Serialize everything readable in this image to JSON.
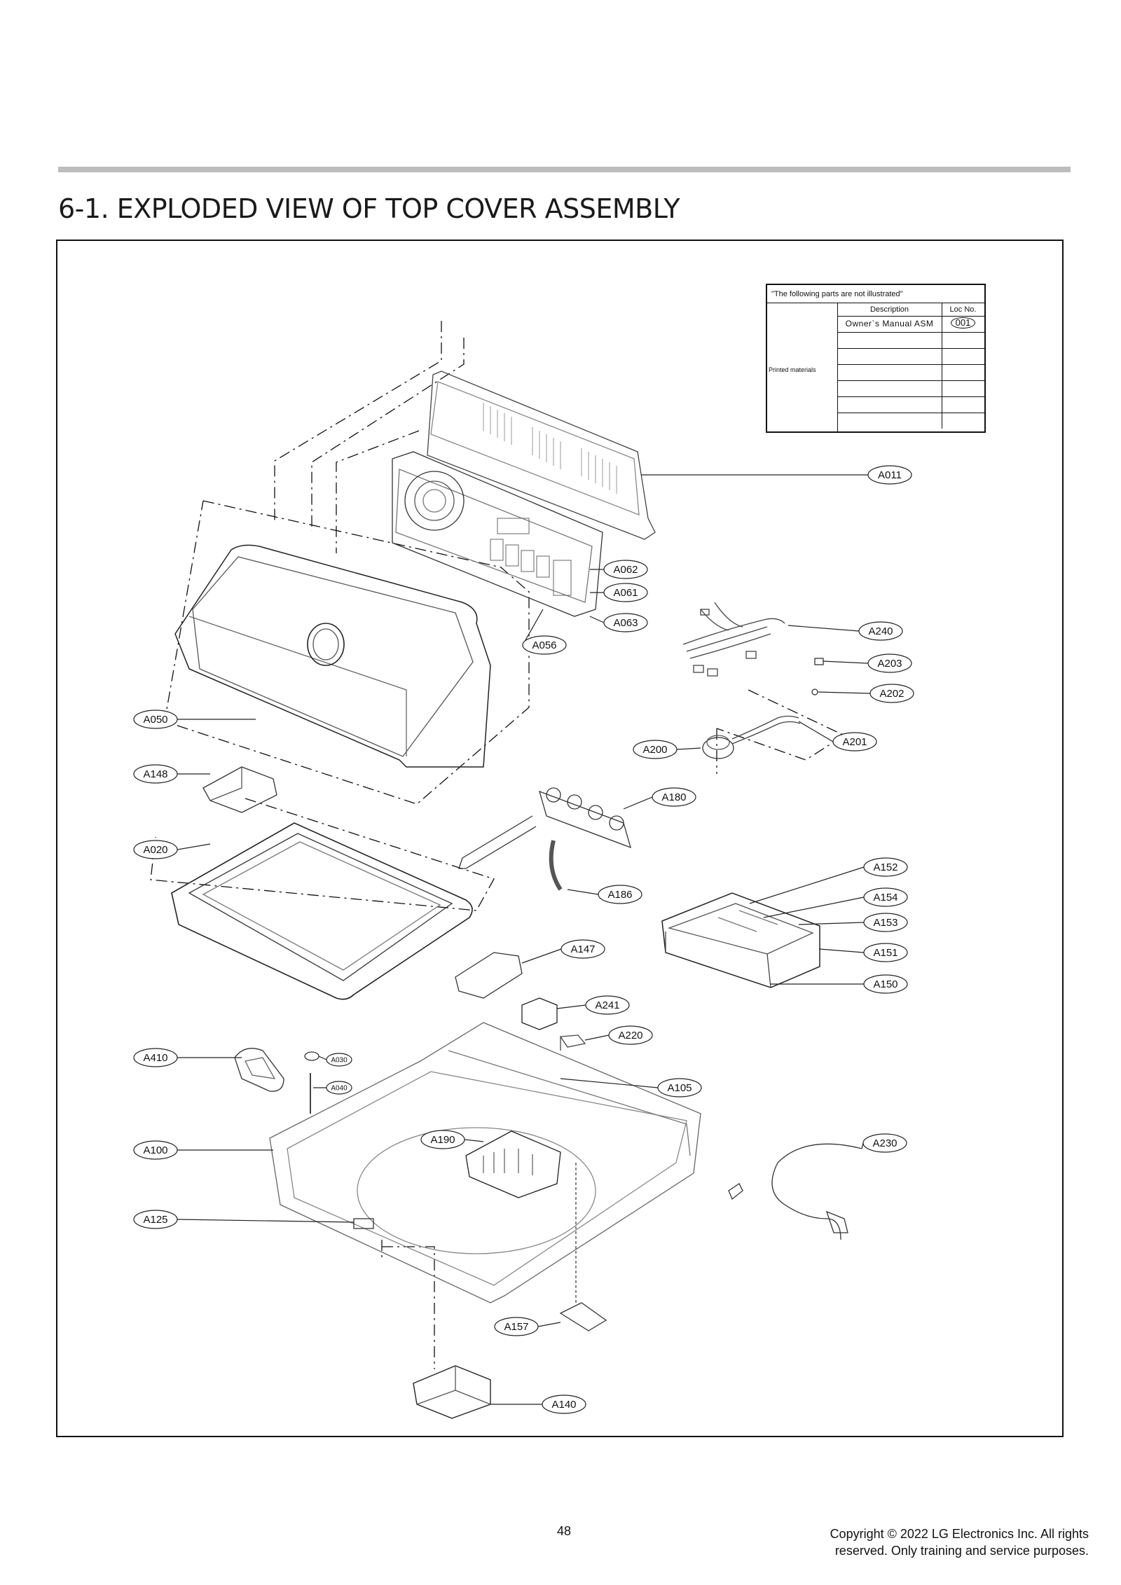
{
  "document": {
    "title": "6-1. EXPLODED VIEW OF TOP COVER ASSEMBLY",
    "page_number": "48",
    "copyright_line1": "Copyright © 2022 LG Electronics Inc. All rights",
    "copyright_line2": "reserved. Only training and service purposes."
  },
  "note_table": {
    "heading": "\"The following parts are not illustrated\"",
    "group_label": "Printed materials",
    "col_description": "Description",
    "col_loc": "Loc No.",
    "rows": [
      {
        "description": "Owner`s Manual ASM",
        "loc": "001"
      }
    ]
  },
  "part_labels": [
    "A011",
    "A062",
    "A061",
    "A063",
    "A056",
    "A240",
    "A203",
    "A202",
    "A201",
    "A200",
    "A050",
    "A148",
    "A180",
    "A020",
    "A152",
    "A154",
    "A153",
    "A151",
    "A150",
    "A186",
    "A147",
    "A241",
    "A220",
    "A410",
    "A030",
    "A040",
    "A105",
    "A190",
    "A100",
    "A230",
    "A125",
    "A157",
    "A140"
  ]
}
